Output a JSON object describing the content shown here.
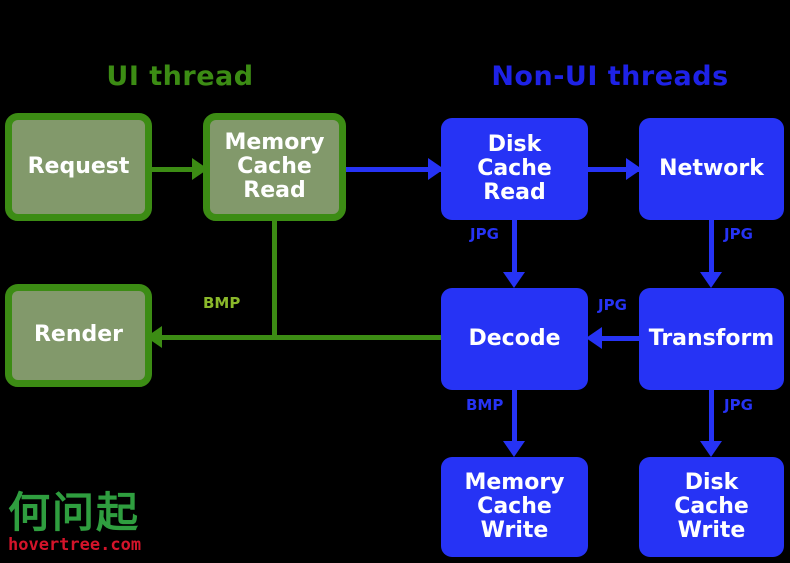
{
  "diagram": {
    "background_color": "#000000",
    "sections": [
      {
        "id": "ui",
        "title": "UI thread",
        "color": "#3c8c14"
      },
      {
        "id": "nonui",
        "title": "Non-UI threads",
        "color": "#1e22e6"
      }
    ],
    "nodes": [
      {
        "id": "request",
        "label": "Request",
        "group": "ui",
        "fill": "#82996b",
        "border": "#3c8c14"
      },
      {
        "id": "memory-cache-read",
        "label": "Memory\nCache\nRead",
        "group": "ui",
        "fill": "#82996b",
        "border": "#3c8c14"
      },
      {
        "id": "render",
        "label": "Render",
        "group": "ui",
        "fill": "#82996b",
        "border": "#3c8c14"
      },
      {
        "id": "disk-cache-read",
        "label": "Disk\nCache\nRead",
        "group": "nonui",
        "fill": "#2633f5",
        "border": "#2633f5"
      },
      {
        "id": "network",
        "label": "Network",
        "group": "nonui",
        "fill": "#2633f5",
        "border": "#2633f5"
      },
      {
        "id": "decode",
        "label": "Decode",
        "group": "nonui",
        "fill": "#2633f5",
        "border": "#2633f5"
      },
      {
        "id": "transform",
        "label": "Transform",
        "group": "nonui",
        "fill": "#2633f5",
        "border": "#2633f5"
      },
      {
        "id": "memory-cache-write",
        "label": "Memory\nCache\nWrite",
        "group": "nonui",
        "fill": "#2633f5",
        "border": "#2633f5"
      },
      {
        "id": "disk-cache-write",
        "label": "Disk\nCache\nWrite",
        "group": "nonui",
        "fill": "#2633f5",
        "border": "#2633f5"
      }
    ],
    "edges": [
      {
        "id": "request-to-memory-cache-read",
        "from": "request",
        "to": "memory-cache-read",
        "label": "",
        "color": "#3c8c14"
      },
      {
        "id": "memory-cache-read-to-disk-cache-read",
        "from": "memory-cache-read",
        "to": "disk-cache-read",
        "label": "",
        "color": "#2633f5"
      },
      {
        "id": "disk-cache-read-to-network",
        "from": "disk-cache-read",
        "to": "network",
        "label": "",
        "color": "#2633f5"
      },
      {
        "id": "disk-cache-read-to-decode",
        "from": "disk-cache-read",
        "to": "decode",
        "label": "JPG",
        "color": "#2633f5"
      },
      {
        "id": "network-to-transform",
        "from": "network",
        "to": "transform",
        "label": "JPG",
        "color": "#2633f5"
      },
      {
        "id": "transform-to-decode",
        "from": "transform",
        "to": "decode",
        "label": "JPG",
        "color": "#2633f5"
      },
      {
        "id": "transform-to-disk-cache-write",
        "from": "transform",
        "to": "disk-cache-write",
        "label": "JPG",
        "color": "#2633f5"
      },
      {
        "id": "decode-to-memory-cache-write",
        "from": "decode",
        "to": "memory-cache-write",
        "label": "BMP",
        "color": "#2633f5"
      },
      {
        "id": "decode-to-render",
        "from": "decode",
        "to": "render",
        "label": "BMP",
        "color": "#3c8c14"
      },
      {
        "id": "memory-cache-read-to-render",
        "from": "memory-cache-read",
        "to": "render",
        "label": "",
        "color": "#3c8c14"
      }
    ],
    "edge_labels": {
      "jpg_disk_decode": "JPG",
      "jpg_network_transform": "JPG",
      "jpg_transform_decode": "JPG",
      "jpg_transform_diskwrite": "JPG",
      "bmp_decode_memwrite": "BMP",
      "bmp_decode_render": "BMP"
    }
  },
  "watermark": {
    "brand_cn": "何问起",
    "url": "hovertree.com",
    "brand_color": "#2f9e3f",
    "url_color": "#d4142a"
  }
}
